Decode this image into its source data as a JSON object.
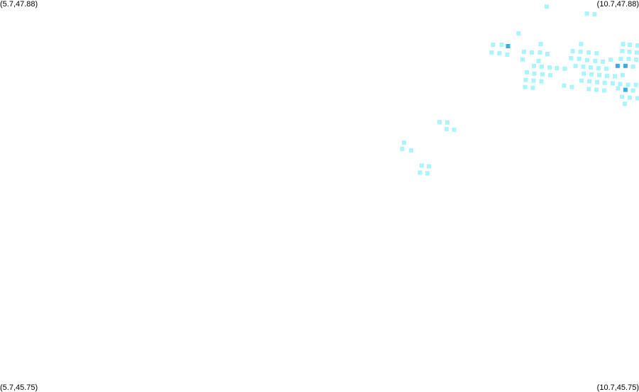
{
  "corners": {
    "top_left": "(5.7,47.88)",
    "top_right": "(10.7,47.88)",
    "bottom_left": "(5.7,45.75)",
    "bottom_right": "(10.7,45.75)"
  },
  "colors": {
    "low": "#aaf4fa",
    "high": "#3aaee4",
    "background": "#ffffff"
  },
  "chart_data": {
    "type": "heatmap",
    "xlim": [
      5.7,
      10.7
    ],
    "ylim": [
      45.75,
      47.88
    ],
    "cell_deg": 0.0278,
    "cells": [
      [
        9.978,
        47.844,
        1
      ],
      [
        10.292,
        47.806,
        1
      ],
      [
        10.353,
        47.802,
        1
      ],
      [
        9.758,
        47.699,
        1
      ],
      [
        9.558,
        47.637,
        1
      ],
      [
        9.625,
        47.637,
        1
      ],
      [
        9.675,
        47.629,
        2
      ],
      [
        9.547,
        47.595,
        1
      ],
      [
        9.608,
        47.591,
        1
      ],
      [
        9.669,
        47.583,
        1
      ],
      [
        9.931,
        47.641,
        1
      ],
      [
        9.8,
        47.599,
        1
      ],
      [
        9.861,
        47.595,
        1
      ],
      [
        9.925,
        47.595,
        1
      ],
      [
        9.983,
        47.587,
        1
      ],
      [
        9.789,
        47.557,
        1
      ],
      [
        9.914,
        47.549,
        1
      ],
      [
        10.247,
        47.641,
        1
      ],
      [
        10.181,
        47.602,
        1
      ],
      [
        10.242,
        47.599,
        1
      ],
      [
        10.306,
        47.595,
        1
      ],
      [
        10.369,
        47.591,
        1
      ],
      [
        10.169,
        47.564,
        1
      ],
      [
        10.231,
        47.56,
        1
      ],
      [
        10.294,
        47.553,
        1
      ],
      [
        10.358,
        47.549,
        1
      ],
      [
        10.417,
        47.545,
        1
      ],
      [
        10.478,
        47.556,
        1
      ],
      [
        10.575,
        47.641,
        1
      ],
      [
        10.628,
        47.637,
        1
      ],
      [
        10.689,
        47.633,
        1
      ],
      [
        10.569,
        47.602,
        1
      ],
      [
        10.625,
        47.599,
        1
      ],
      [
        10.683,
        47.595,
        1
      ],
      [
        10.558,
        47.56,
        1
      ],
      [
        10.619,
        47.56,
        1
      ],
      [
        10.678,
        47.556,
        1
      ],
      [
        10.533,
        47.522,
        2
      ],
      [
        10.594,
        47.522,
        2
      ],
      [
        10.653,
        47.518,
        1
      ],
      [
        10.203,
        47.522,
        1
      ],
      [
        10.264,
        47.518,
        1
      ],
      [
        10.322,
        47.514,
        1
      ],
      [
        10.383,
        47.51,
        1
      ],
      [
        10.444,
        47.507,
        1
      ],
      [
        9.878,
        47.522,
        1
      ],
      [
        9.939,
        47.518,
        1
      ],
      [
        10.0,
        47.514,
        1
      ],
      [
        10.058,
        47.51,
        1
      ],
      [
        10.119,
        47.507,
        1
      ],
      [
        9.822,
        47.487,
        1
      ],
      [
        9.881,
        47.48,
        1
      ],
      [
        9.944,
        47.476,
        1
      ],
      [
        10.006,
        47.472,
        1
      ],
      [
        10.267,
        47.48,
        1
      ],
      [
        10.328,
        47.476,
        1
      ],
      [
        10.389,
        47.472,
        1
      ],
      [
        10.45,
        47.468,
        1
      ],
      [
        10.511,
        47.465,
        1
      ],
      [
        10.572,
        47.472,
        1
      ],
      [
        9.814,
        47.446,
        1
      ],
      [
        9.875,
        47.442,
        1
      ],
      [
        9.936,
        47.438,
        1
      ],
      [
        10.25,
        47.442,
        1
      ],
      [
        10.311,
        47.438,
        1
      ],
      [
        10.372,
        47.434,
        1
      ],
      [
        10.431,
        47.43,
        1
      ],
      [
        10.494,
        47.427,
        1
      ],
      [
        10.553,
        47.423,
        1
      ],
      [
        10.614,
        47.419,
        1
      ],
      [
        10.675,
        47.419,
        1
      ],
      [
        9.808,
        47.407,
        1
      ],
      [
        9.869,
        47.403,
        1
      ],
      [
        10.114,
        47.415,
        1
      ],
      [
        10.175,
        47.407,
        1
      ],
      [
        10.308,
        47.396,
        1
      ],
      [
        10.367,
        47.392,
        1
      ],
      [
        10.428,
        47.388,
        1
      ],
      [
        10.536,
        47.4,
        1
      ],
      [
        10.594,
        47.392,
        2
      ],
      [
        10.653,
        47.388,
        1
      ],
      [
        10.567,
        47.354,
        1
      ],
      [
        10.628,
        47.35,
        1
      ],
      [
        10.689,
        47.346,
        1
      ],
      [
        10.589,
        47.316,
        1
      ],
      [
        9.139,
        47.217,
        1
      ],
      [
        9.2,
        47.214,
        1
      ],
      [
        9.194,
        47.179,
        1
      ],
      [
        9.253,
        47.175,
        1
      ],
      [
        8.861,
        47.105,
        1
      ],
      [
        8.917,
        47.063,
        1
      ],
      [
        8.847,
        47.071,
        1
      ],
      [
        9.0,
        46.98,
        1
      ],
      [
        9.056,
        46.976,
        1
      ],
      [
        8.986,
        46.942,
        1
      ],
      [
        9.044,
        46.938,
        1
      ]
    ]
  }
}
